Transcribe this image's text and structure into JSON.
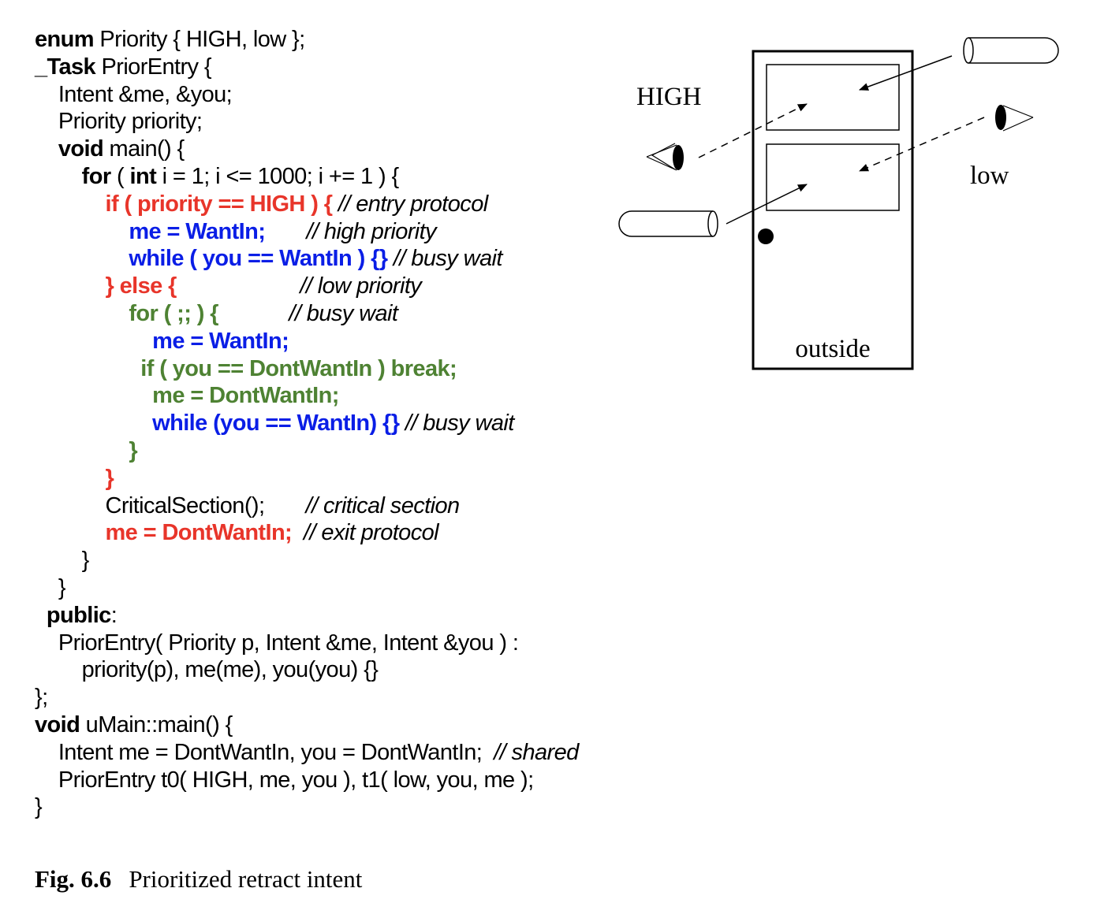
{
  "code_lines": [
    [
      {
        "t": "enum",
        "c": "b"
      },
      {
        "t": " Priority { HIGH, low };"
      }
    ],
    [
      {
        "t": "_Task",
        "c": "b"
      },
      {
        "t": " PriorEntry {"
      }
    ],
    [
      {
        "t": "    Intent &me, &you;"
      }
    ],
    [
      {
        "t": "    Priority priority;"
      }
    ],
    [
      {
        "t": "    "
      },
      {
        "t": "void",
        "c": "b"
      },
      {
        "t": " main() {"
      }
    ],
    [
      {
        "t": "        "
      },
      {
        "t": "for",
        "c": "b"
      },
      {
        "t": " ( "
      },
      {
        "t": "int",
        "c": "b"
      },
      {
        "t": " i = 1; i <= 1000; i += 1 ) {"
      }
    ],
    [
      {
        "t": "            "
      },
      {
        "t": "if ( priority == HIGH ) {",
        "c": "red"
      },
      {
        "t": " // entry protocol",
        "c": "i"
      }
    ],
    [
      {
        "t": "                "
      },
      {
        "t": "me = WantIn;",
        "c": "blue"
      },
      {
        "t": "       // high priority",
        "c": "i"
      }
    ],
    [
      {
        "t": "                "
      },
      {
        "t": "while ( you == WantIn ) {}",
        "c": "blue"
      },
      {
        "t": " // busy wait",
        "c": "i"
      }
    ],
    [
      {
        "t": "            "
      },
      {
        "t": "} else {",
        "c": "red"
      },
      {
        "t": "                     // low priority",
        "c": "i"
      }
    ],
    [
      {
        "t": "                "
      },
      {
        "t": "for ( ;; ) {",
        "c": "green"
      },
      {
        "t": "            // busy wait",
        "c": "i"
      }
    ],
    [
      {
        "t": "                    "
      },
      {
        "t": "me = WantIn;",
        "c": "blue"
      }
    ],
    [
      {
        "t": "                  "
      },
      {
        "t": "if ( you == DontWantIn ) break;",
        "c": "green"
      }
    ],
    [
      {
        "t": "                    "
      },
      {
        "t": "me = DontWantIn;",
        "c": "green"
      }
    ],
    [
      {
        "t": "                    "
      },
      {
        "t": "while (you == WantIn) {}",
        "c": "blue"
      },
      {
        "t": " // busy wait",
        "c": "i"
      }
    ],
    [
      {
        "t": "                "
      },
      {
        "t": "}",
        "c": "green"
      }
    ],
    [
      {
        "t": "            "
      },
      {
        "t": "}",
        "c": "red"
      }
    ],
    [
      {
        "t": "            CriticalSection();       "
      },
      {
        "t": "// critical section",
        "c": "i"
      }
    ],
    [
      {
        "t": "            "
      },
      {
        "t": "me = DontWantIn;",
        "c": "red"
      },
      {
        "t": "  "
      },
      {
        "t": "// exit protocol",
        "c": "i"
      }
    ],
    [
      {
        "t": "        }"
      }
    ],
    [
      {
        "t": "    }"
      }
    ],
    [
      {
        "t": "  "
      },
      {
        "t": "public",
        "c": "b"
      },
      {
        "t": ":"
      }
    ],
    [
      {
        "t": "    PriorEntry( Priority p, Intent &me, Intent &you ) :"
      }
    ],
    [
      {
        "t": "        priority(p), me(me), you(you) {}"
      }
    ],
    [
      {
        "t": "};"
      }
    ],
    [
      {
        "t": "void",
        "c": "b"
      },
      {
        "t": " uMain::main() {"
      }
    ],
    [
      {
        "t": "    Intent me = DontWantIn, you = DontWantIn;  "
      },
      {
        "t": "// shared",
        "c": "i"
      }
    ],
    [
      {
        "t": "    PriorEntry t0( HIGH, me, you ), t1( low, you, me );"
      }
    ],
    [
      {
        "t": "}"
      }
    ]
  ],
  "diagram": {
    "label_high": "HIGH",
    "label_low": "low",
    "label_outside": "outside"
  },
  "caption": {
    "number": "Fig. 6.6",
    "text": "Prioritized retract intent"
  },
  "colors": {
    "entry_exit_protocol": "#e8352a",
    "want_in": "#0a1ee6",
    "retract_loop": "#4e8233"
  }
}
